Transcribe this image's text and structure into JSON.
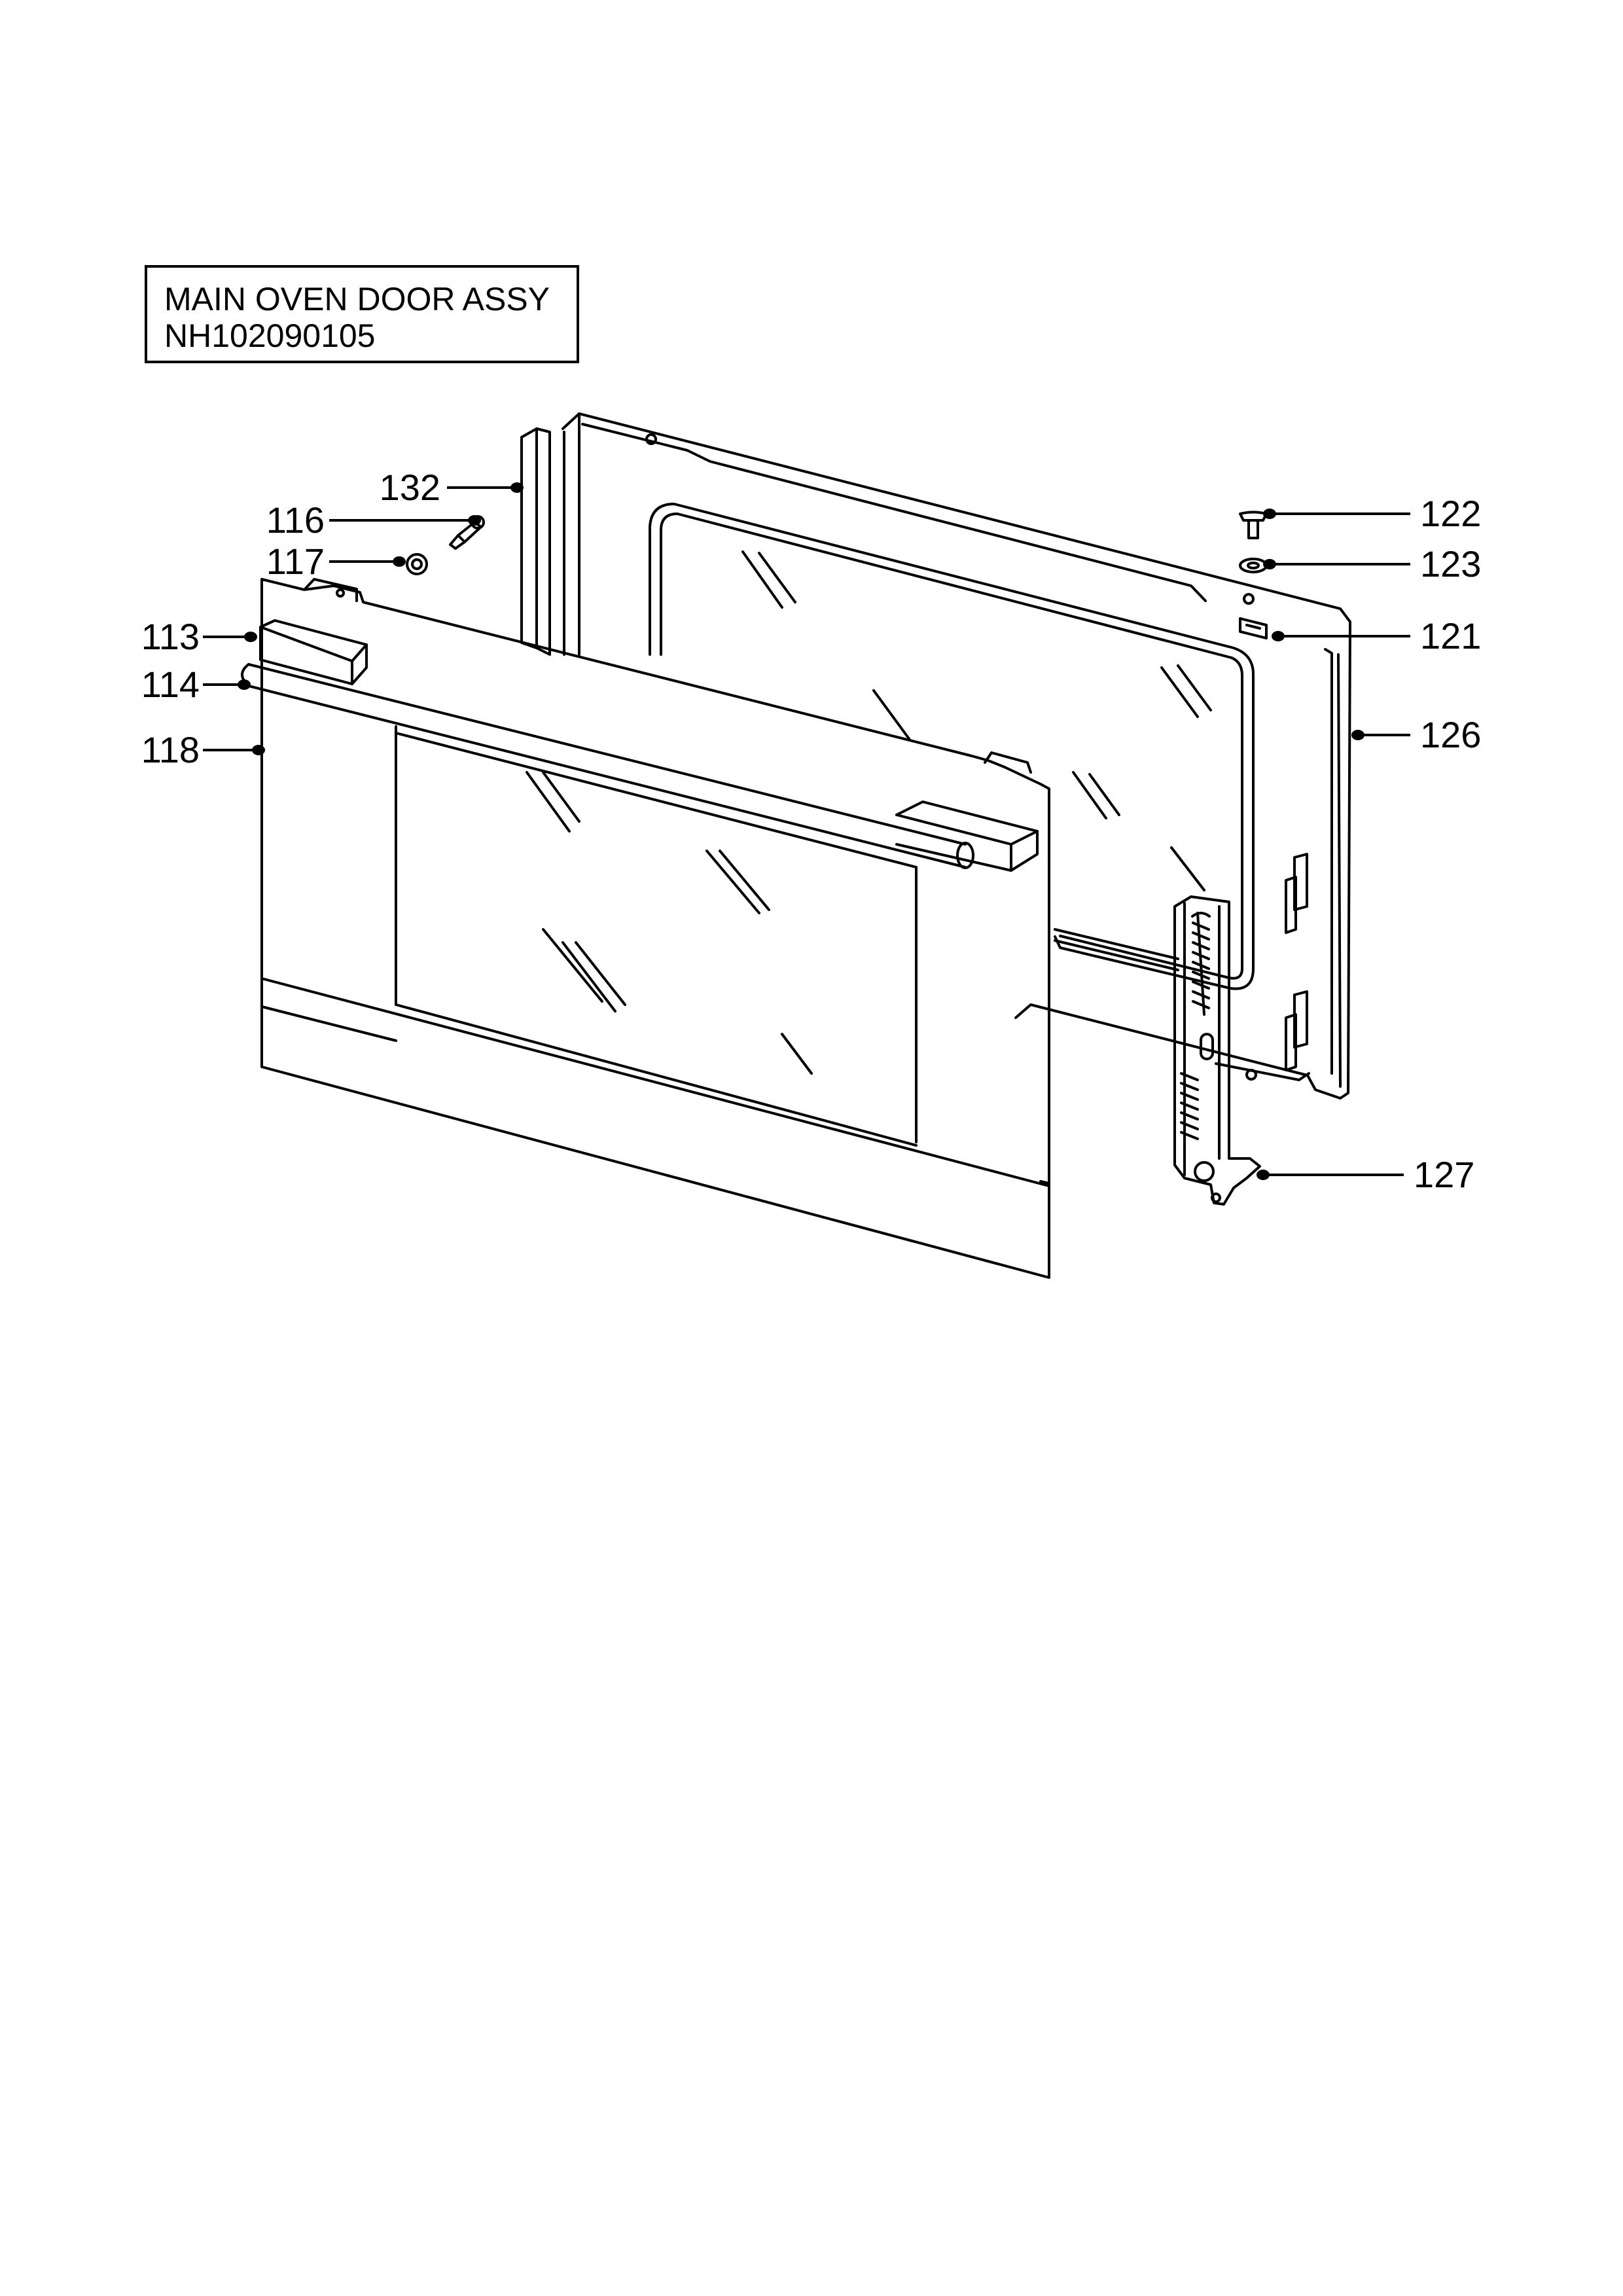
{
  "title": {
    "line1": "MAIN OVEN DOOR ASSY",
    "line2": "NH102090105"
  },
  "callouts": {
    "c132": "132",
    "c116": "116",
    "c117": "117",
    "c113": "113",
    "c114": "114",
    "c118": "118",
    "c122": "122",
    "c123": "123",
    "c121": "121",
    "c126": "126",
    "c127": "127"
  },
  "colors": {
    "ink": "#000000",
    "paper": "#ffffff"
  }
}
